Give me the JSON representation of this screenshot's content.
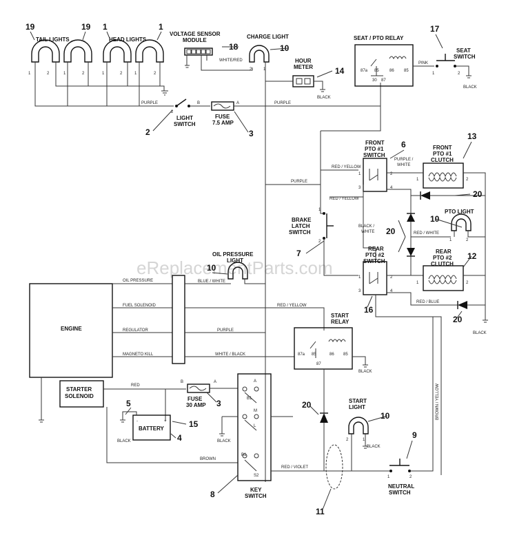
{
  "watermark": "eReplacementParts.com",
  "components": {
    "tail_lights": "TAIL LIGHTS",
    "head_lights": "HEAD LIGHTS",
    "voltage_sensor_1": "VOLTAGE SENSOR",
    "voltage_sensor_2": "MODULE",
    "charge_light": "CHARGE LIGHT",
    "seat_pto_relay": "SEAT / PTO RELAY",
    "seat_switch_1": "SEAT",
    "seat_switch_2": "SWITCH",
    "hour_meter_1": "HOUR",
    "hour_meter_2": "METER",
    "light_switch_1": "LIGHT",
    "light_switch_2": "SWITCH",
    "fuse_75_1": "FUSE",
    "fuse_75_2": "7.5 AMP",
    "front_pto_switch_1": "FRONT",
    "front_pto_switch_2": "PTO #1",
    "front_pto_switch_3": "SWITCH",
    "front_pto_clutch_1": "FRONT",
    "front_pto_clutch_2": "PTO #1",
    "front_pto_clutch_3": "CLUTCH",
    "pto_light": "PTO LIGHT",
    "brake_latch_1": "BRAKE",
    "brake_latch_2": "LATCH",
    "brake_latch_3": "SWITCH",
    "rear_pto_switch_1": "REAR",
    "rear_pto_switch_2": "PTO #2",
    "rear_pto_switch_3": "SWITCH",
    "rear_pto_clutch_1": "REAR",
    "rear_pto_clutch_2": "PTO #2",
    "rear_pto_clutch_3": "CLUTCH",
    "oil_pressure_light_1": "OIL PRESSURE",
    "oil_pressure_light_2": "LIGHT",
    "engine": "ENGINE",
    "start_relay_1": "START",
    "start_relay_2": "RELAY",
    "starter_solenoid_1": "STARTER",
    "starter_solenoid_2": "SOLENOID",
    "fuse_30_1": "FUSE",
    "fuse_30_2": "30 AMP",
    "battery": "BATTERY",
    "start_light_1": "START",
    "start_light_2": "LIGHT",
    "key_switch_1": "KEY",
    "key_switch_2": "SWITCH",
    "neutral_switch_1": "NEUTRAL",
    "neutral_switch_2": "SWITCH"
  },
  "wires": {
    "white_red": "WHITE/RED",
    "purple": "PURPLE",
    "pink": "PINK",
    "black": "BLACK",
    "red_yellow": "RED / YELLOW",
    "purple_white_1": "PURPLE /",
    "purple_white_2": "WHITE",
    "black_white_1": "BLACK /",
    "black_white_2": "WHITE",
    "red_white": "RED / WHITE",
    "red_blue": "RED / BLUE",
    "blue_white": "BLUE / WHITE",
    "brown_yellow": "BROWN / YELLOW",
    "oil_pressure": "OIL PRESSURE",
    "fuel_solenoid": "FUEL SOLENOID",
    "regulator": "REGULATOR",
    "magneto_kill": "MAGNETO KILL",
    "white_black": "WHITE / BLACK",
    "red": "RED",
    "brown": "BROWN",
    "red_violet": "RED / VIOLET"
  },
  "terminals": {
    "b": "B",
    "a": "A",
    "t1": "1",
    "t2": "2",
    "t3": "3",
    "t4": "4",
    "t85": "85",
    "t86": "86",
    "t87": "87",
    "t87a": "87a",
    "t30": "30",
    "key_a": "A",
    "key_m": "M",
    "key_b1": "B1",
    "key_s": "S",
    "key_s2": "S2",
    "key_l": "L"
  },
  "callouts": {
    "n1": "1",
    "n2": "2",
    "n3": "3",
    "n4": "4",
    "n5": "5",
    "n6": "6",
    "n7": "7",
    "n8": "8",
    "n9": "9",
    "n10": "10",
    "n11": "11",
    "n12": "12",
    "n13": "13",
    "n14": "14",
    "n15": "15",
    "n16": "16",
    "n17": "17",
    "n18": "18",
    "n19": "19",
    "n20": "20"
  }
}
